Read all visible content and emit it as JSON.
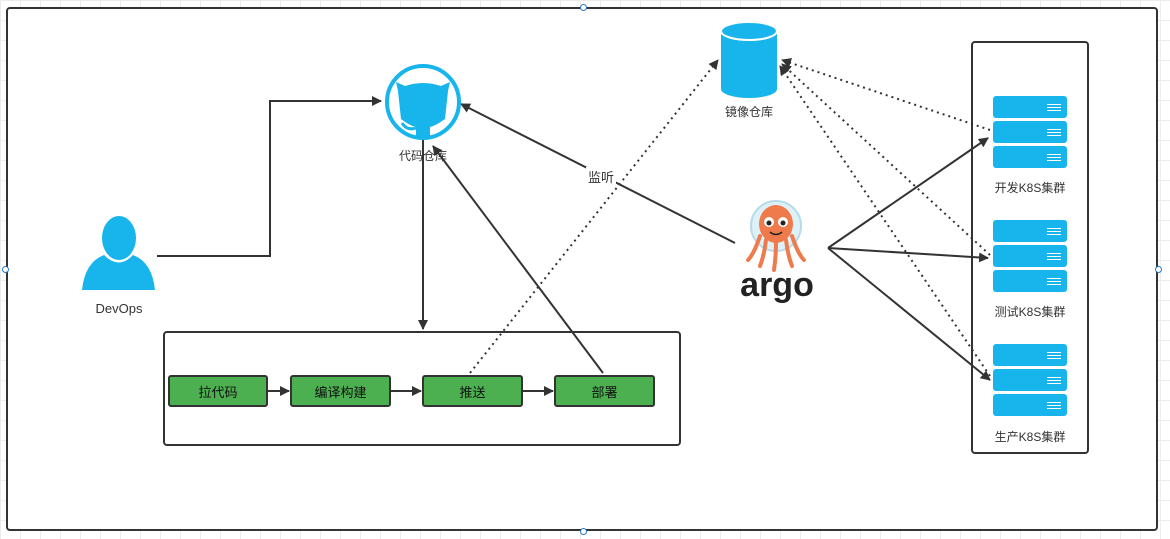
{
  "nodes": {
    "devops": {
      "label": "DevOps"
    },
    "code_repo": {
      "label": "代码仓库"
    },
    "image_repo": {
      "label": "镜像仓库"
    },
    "argo": {
      "logo_text": "argo"
    }
  },
  "edge_labels": {
    "listen": "监听"
  },
  "pipeline": {
    "steps": [
      "拉代码",
      "编译构建",
      "推送",
      "部署"
    ]
  },
  "clusters": [
    {
      "label": "开发K8S集群"
    },
    {
      "label": "测试K8S集群"
    },
    {
      "label": "生产K8S集群"
    }
  ],
  "colors": {
    "accent_blue": "#18b4ec",
    "step_green": "#4caf50",
    "argo_orange": "#ef7b4d",
    "line": "#333333"
  },
  "icons": {
    "devops": "person-icon",
    "code_repo": "github-icon",
    "image_repo": "database-icon",
    "argo": "argo-octopus-icon",
    "cluster": "server-icon"
  }
}
